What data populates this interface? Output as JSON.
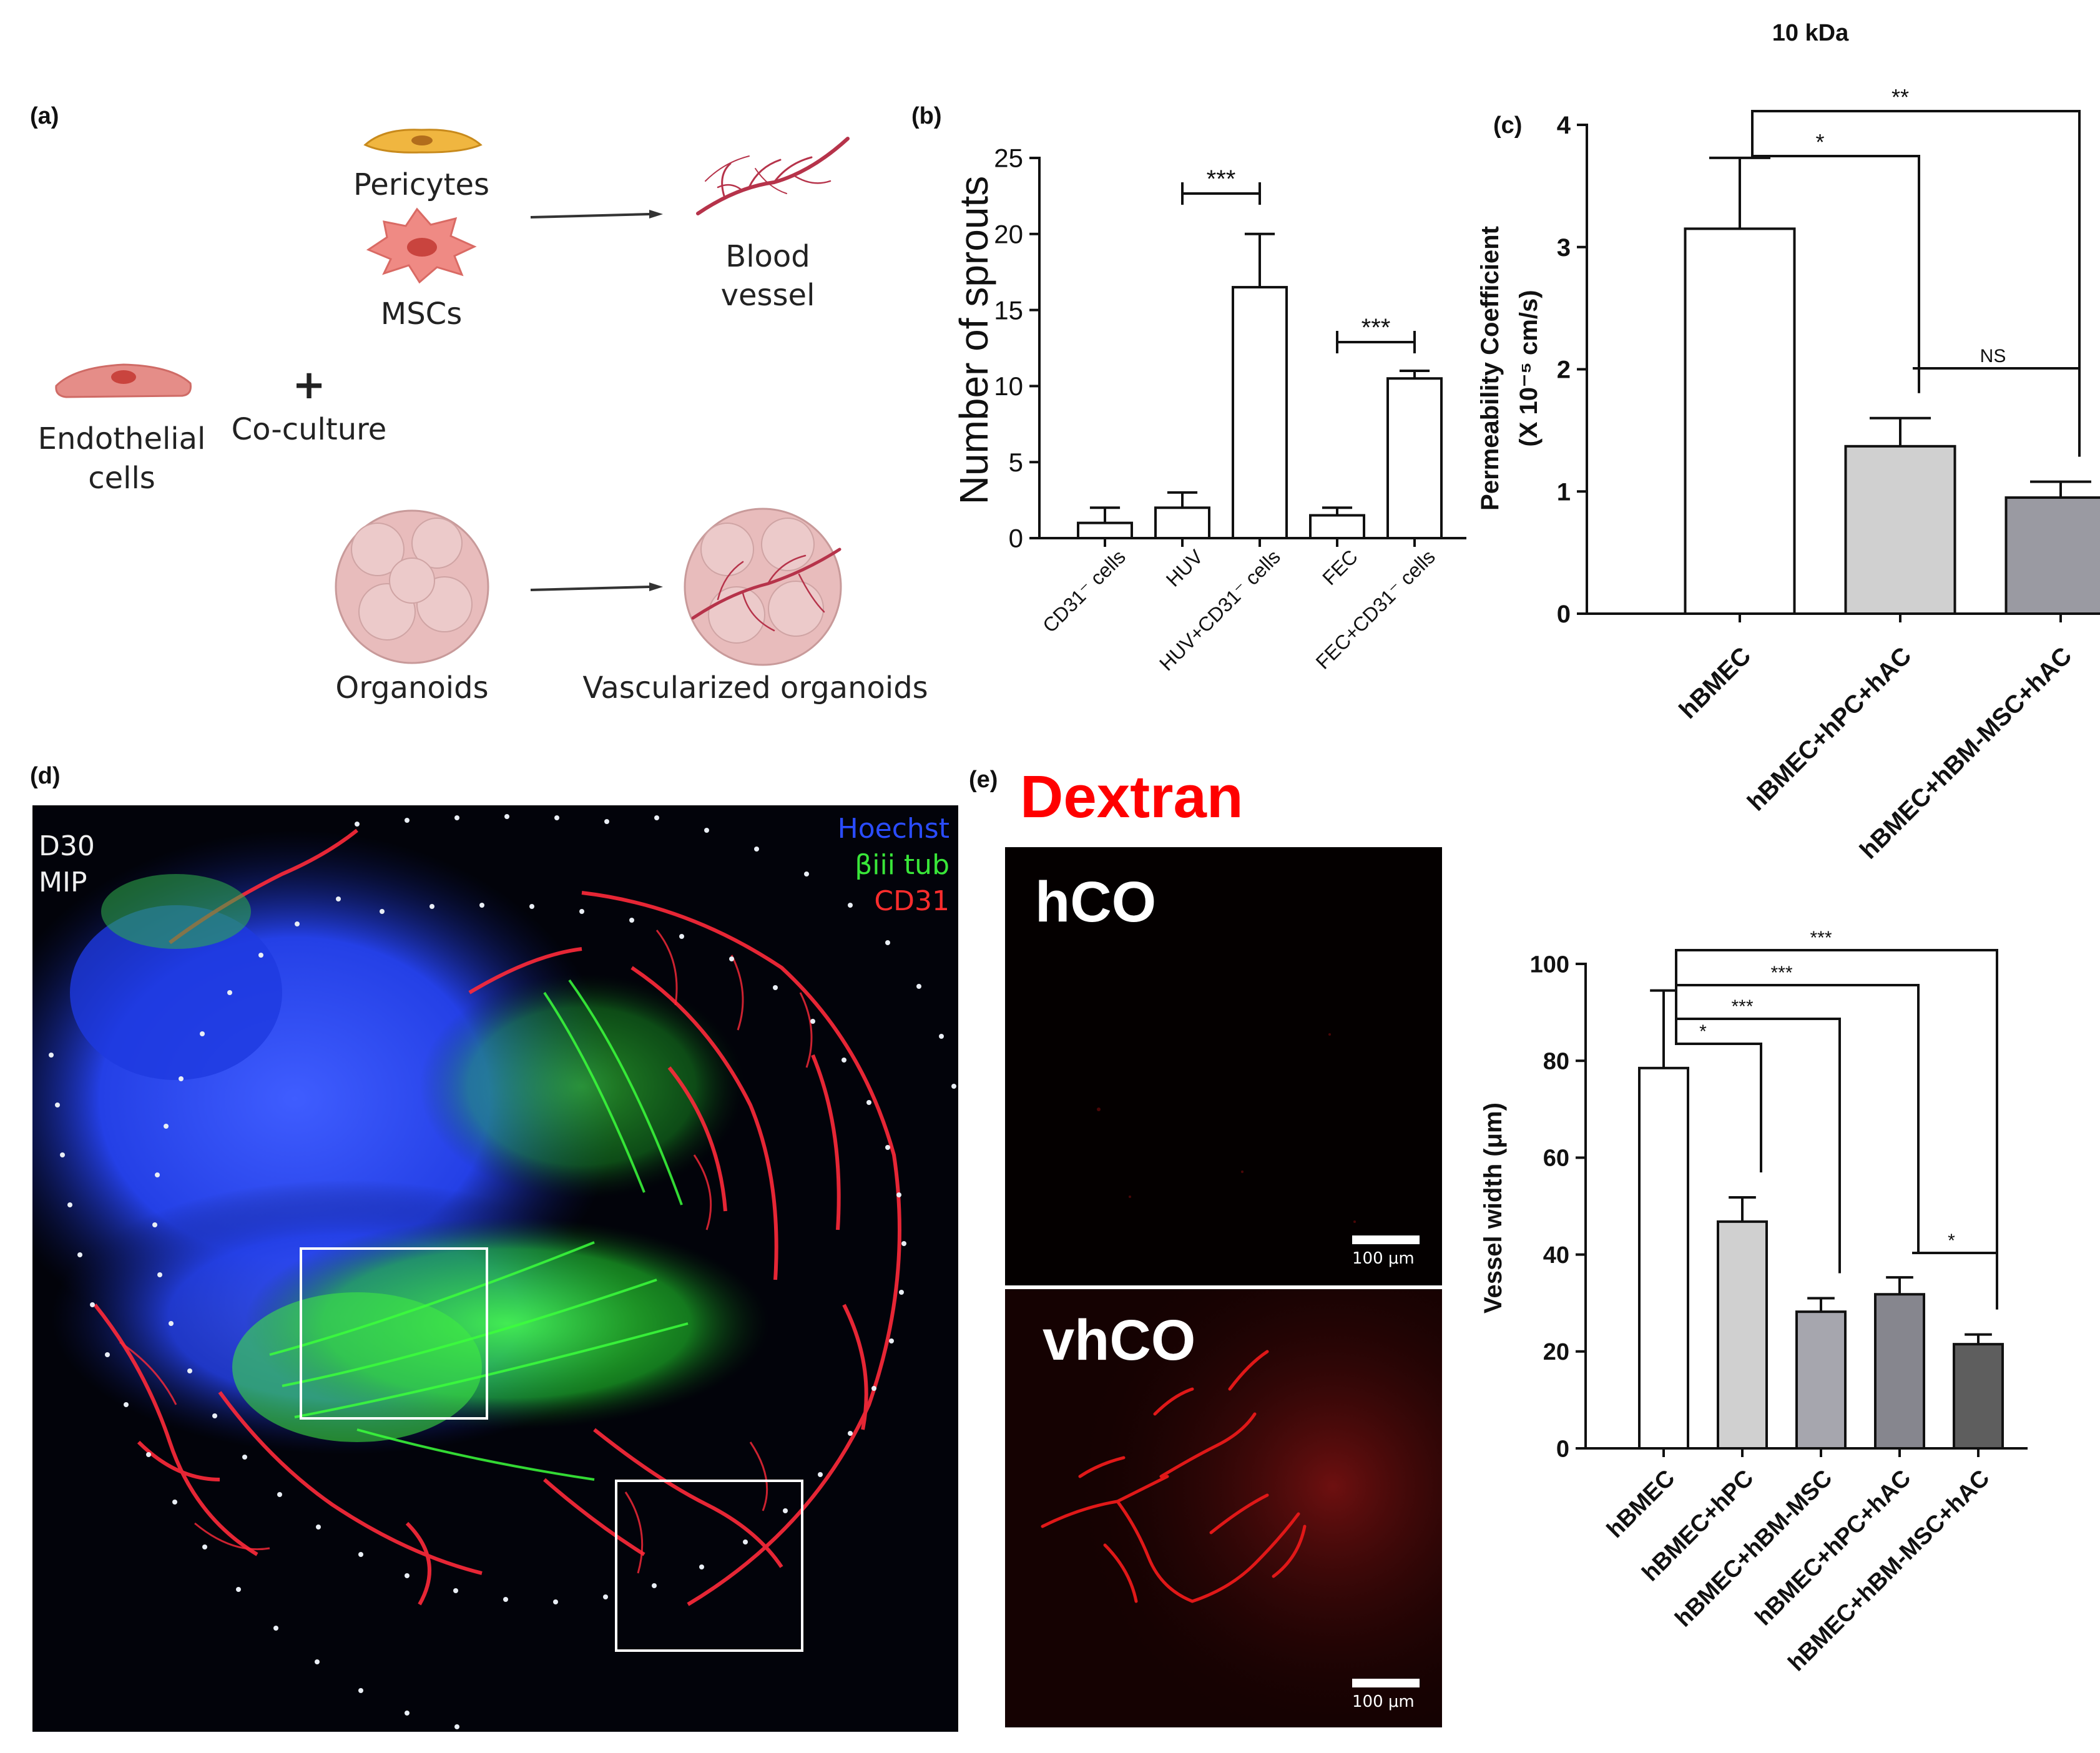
{
  "panels": {
    "a": {
      "label": "(a)",
      "pericytes": "Pericytes",
      "mscs": "MSCs",
      "blood_vessel_1": "Blood",
      "blood_vessel_2": "vessel",
      "endothelial_1": "Endothelial",
      "endothelial_2": "cells",
      "plus": "+",
      "coculture": "Co-culture",
      "organoids": "Organoids",
      "vascularized": "Vascularized organoids"
    },
    "b": {
      "label": "(b)"
    },
    "c": {
      "label": "(c)",
      "top_title": "10 kDa"
    },
    "d": {
      "label": "(d)",
      "overlay_1": "D30",
      "overlay_2": "MIP",
      "legend": [
        "Hoechst",
        "βiii tub",
        "CD31"
      ],
      "legend_colors": [
        "#2a4cff",
        "#39e639",
        "#ff2d2d"
      ]
    },
    "e": {
      "label": "(e)",
      "title": "Dextran",
      "title_color": "#ff0000",
      "top_label": "hCO",
      "bottom_label": "vhCO",
      "scale_top": "100 μm",
      "scale_bottom": "100 μm"
    }
  },
  "chart_data": [
    {
      "id": "sprouts",
      "type": "bar",
      "title": "",
      "ylabel": "Number of sprouts",
      "xlabel": "",
      "ylim": [
        0,
        25
      ],
      "yticks": [
        "0",
        "5",
        "10",
        "15",
        "20",
        "25"
      ],
      "categories": [
        "CD31⁻ cells",
        "HUV",
        "HUV+CD31⁻ cells",
        "FEC",
        "FEC+CD31⁻ cells"
      ],
      "values": [
        1.0,
        2.0,
        16.5,
        1.5,
        10.5
      ],
      "errors": [
        1.0,
        1.0,
        3.5,
        0.5,
        0.5
      ],
      "fills": [
        "#ffffff",
        "#ffffff",
        "#ffffff",
        "#ffffff",
        "#ffffff"
      ],
      "significance": [
        {
          "from": 1,
          "to": 2,
          "label": "***"
        },
        {
          "from": 3,
          "to": 4,
          "label": "***"
        }
      ]
    },
    {
      "id": "permeability",
      "type": "bar",
      "title": "10 kDa",
      "ylabel": "Permeability Coefficient",
      "ylabel_2": "(X 10⁻⁵ cm/s)",
      "xlabel": "",
      "ylim": [
        0,
        4
      ],
      "yticks": [
        "0",
        "1",
        "2",
        "3",
        "4"
      ],
      "categories": [
        "hBMEC",
        "hBMEC+hPC+hAC",
        "hBMEC+hBM-MSC+hAC"
      ],
      "values": [
        3.15,
        1.37,
        0.95
      ],
      "errors": [
        0.58,
        0.23,
        0.13
      ],
      "fills": [
        "#ffffff",
        "#d0d0d0",
        "#9a9aa2"
      ],
      "significance": [
        {
          "from": 0,
          "to": 1,
          "label": "*"
        },
        {
          "from": 0,
          "to": 2,
          "label": "**"
        },
        {
          "from": 1,
          "to": 2,
          "label": "NS"
        }
      ]
    },
    {
      "id": "vessel_width",
      "type": "bar",
      "title": "",
      "ylabel": "Vessel width (μm)",
      "xlabel": "",
      "ylim": [
        0,
        100
      ],
      "yticks": [
        "0",
        "20",
        "40",
        "60",
        "80",
        "100"
      ],
      "categories": [
        "hBMEC",
        "hBMEC+hPC",
        "hBMEC+hBM-MSC",
        "hBMEC+hPC+hAC",
        "hBMEC+hBM-MSC+hAC"
      ],
      "values": [
        78.5,
        46.8,
        28.2,
        31.8,
        21.5
      ],
      "errors": [
        16.0,
        5.0,
        2.8,
        3.5,
        2.0
      ],
      "fills": [
        "#ffffff",
        "#d0d0d0",
        "#a6a6ae",
        "#86868e",
        "#5e5e5e"
      ],
      "significance": [
        {
          "from": 0,
          "to": 1,
          "label": "*"
        },
        {
          "from": 0,
          "to": 2,
          "label": "***"
        },
        {
          "from": 0,
          "to": 3,
          "label": "***"
        },
        {
          "from": 0,
          "to": 4,
          "label": "***"
        },
        {
          "from": 3,
          "to": 4,
          "label": "*"
        }
      ]
    }
  ]
}
